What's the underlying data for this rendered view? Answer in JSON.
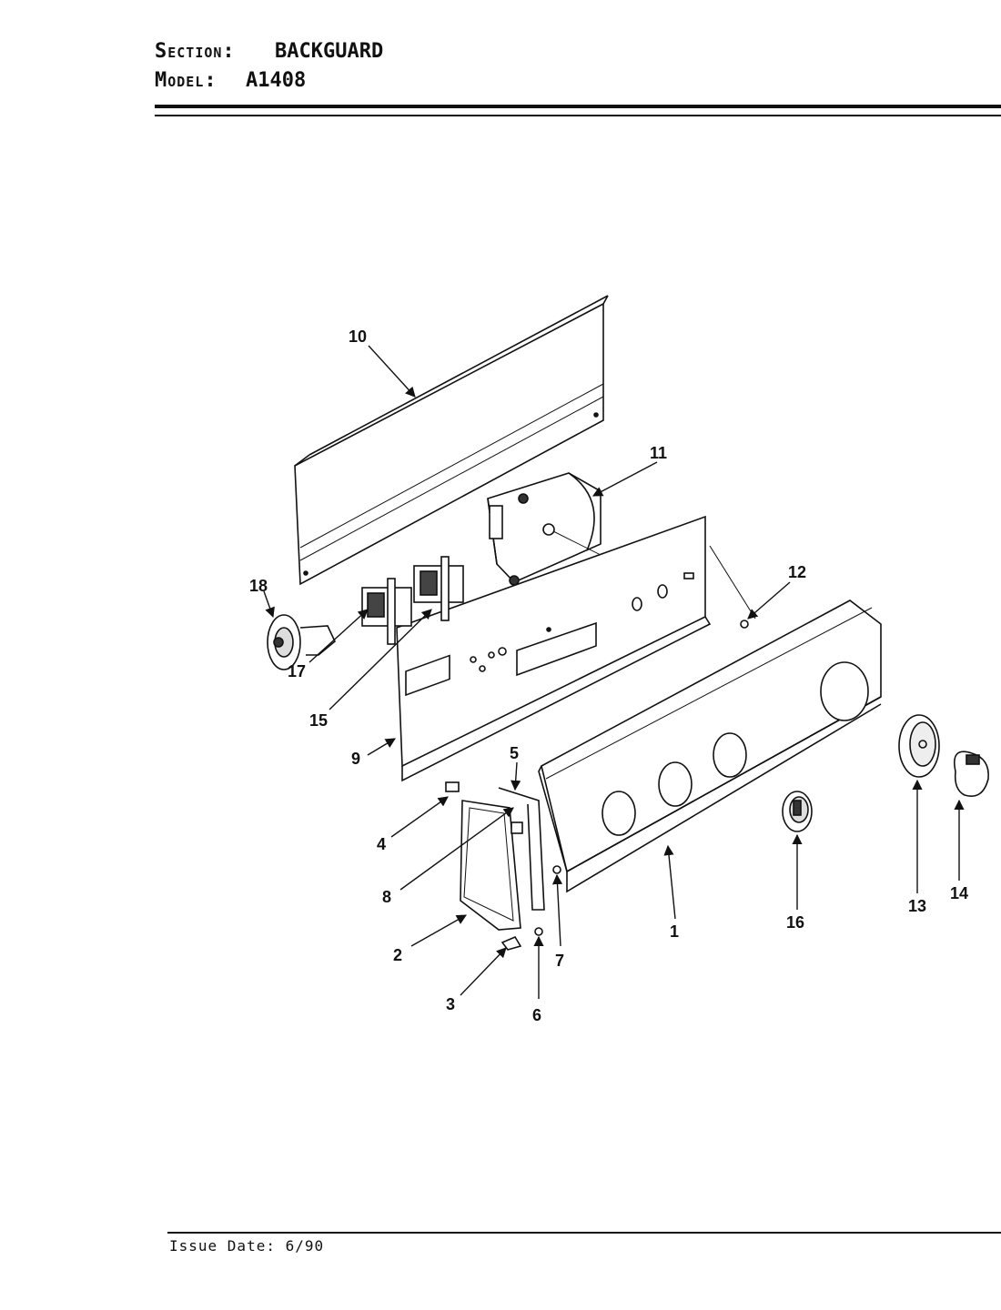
{
  "header": {
    "section_label": "Section:",
    "section_value": "BACKGUARD",
    "model_label": "Model:",
    "model_value": "A1408"
  },
  "footer": {
    "issue_date": "Issue Date: 6/90"
  },
  "diagram": {
    "callouts": [
      "1",
      "2",
      "3",
      "4",
      "5",
      "6",
      "7",
      "8",
      "9",
      "10",
      "11",
      "12",
      "13",
      "14",
      "15",
      "16",
      "17",
      "18"
    ]
  }
}
